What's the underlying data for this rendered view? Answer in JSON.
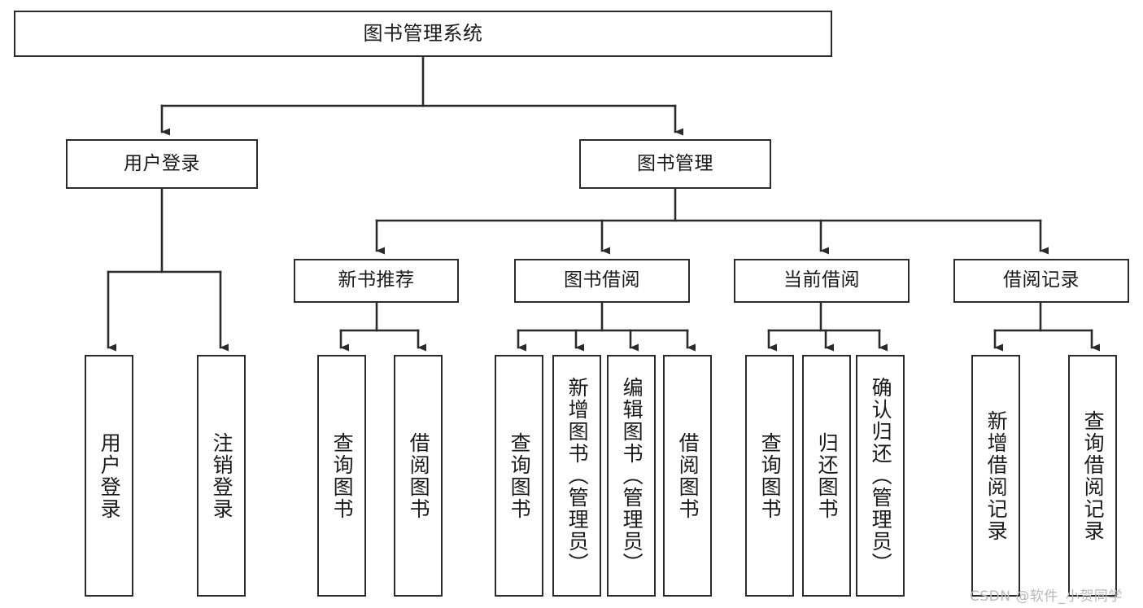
{
  "diagram": {
    "title": "图书管理系统",
    "type": "tree-hierarchy",
    "watermark": "CSDN @软件_小贺同学",
    "colors": {
      "box_border": "#2b2b2b",
      "box_fill": "#ffffff",
      "edge": "#2b2b2b",
      "text": "#1a1a1a",
      "watermark": "#b9b9b9",
      "background": "#ffffff"
    },
    "nodes": {
      "root": {
        "label": "图书管理系统"
      },
      "level2": [
        {
          "id": "user-login",
          "label": "用户登录"
        },
        {
          "id": "book-manage",
          "label": "图书管理"
        }
      ],
      "level3": [
        {
          "id": "new-book-recommend",
          "label": "新书推荐"
        },
        {
          "id": "book-borrow",
          "label": "图书借阅"
        },
        {
          "id": "current-borrow",
          "label": "当前借阅"
        },
        {
          "id": "borrow-record",
          "label": "借阅记录"
        }
      ],
      "leaves": [
        {
          "id": "leaf-user-login",
          "label": "用户登录",
          "parent": "user-login"
        },
        {
          "id": "leaf-logout-login",
          "label": "注销登录",
          "parent": "user-login"
        },
        {
          "id": "leaf-query-book-1",
          "label": "查询图书",
          "parent": "new-book-recommend"
        },
        {
          "id": "leaf-borrow-book-1",
          "label": "借阅图书",
          "parent": "new-book-recommend"
        },
        {
          "id": "leaf-query-book-2",
          "label": "查询图书",
          "parent": "book-borrow"
        },
        {
          "id": "leaf-add-book",
          "label": "新增图书（管理员）",
          "parent": "book-borrow"
        },
        {
          "id": "leaf-edit-book",
          "label": "编辑图书（管理员）",
          "parent": "book-borrow"
        },
        {
          "id": "leaf-borrow-book-2",
          "label": "借阅图书",
          "parent": "book-borrow"
        },
        {
          "id": "leaf-query-book-3",
          "label": "查询图书",
          "parent": "current-borrow"
        },
        {
          "id": "leaf-return-book",
          "label": "归还图书",
          "parent": "current-borrow"
        },
        {
          "id": "leaf-confirm-return",
          "label": "确认归还（管理员）",
          "parent": "current-borrow"
        },
        {
          "id": "leaf-add-record",
          "label": "新增借阅记录",
          "parent": "borrow-record"
        },
        {
          "id": "leaf-query-record",
          "label": "查询借阅记录",
          "parent": "borrow-record"
        }
      ]
    }
  }
}
